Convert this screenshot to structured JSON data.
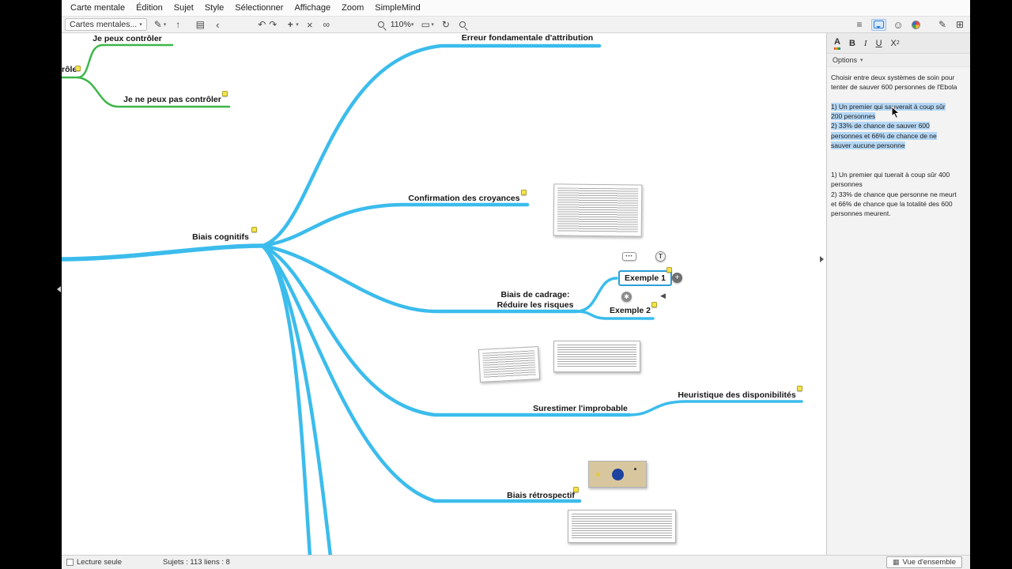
{
  "app": {
    "menubar": {
      "items": [
        "Carte mentale",
        "Édition",
        "Sujet",
        "Style",
        "Sélectionner",
        "Affichage",
        "Zoom",
        "SimpleMind"
      ]
    },
    "toolbar": {
      "maps_button": "Cartes mentales...",
      "zoom_level": "110%"
    },
    "statusbar": {
      "readonly_label": "Lecture seule",
      "counts": "Sujets : 113 liens : 8",
      "overview_button": "Vue d'ensemble"
    }
  },
  "icons": {
    "chevron_down": "▾",
    "pencil": "✎",
    "share_arrow": "↑",
    "document": "▤",
    "back": "‹",
    "undo": "↶",
    "redo": "↷",
    "plus": "+",
    "close": "×",
    "relation": "∞",
    "fit_box": "▭",
    "refresh": "↻",
    "outline": "≡",
    "smiley": "☺",
    "grid": "⊞",
    "overview": "▦"
  },
  "mindmap": {
    "colors": {
      "branch_cyan": "#3bbcec",
      "branch_green": "#3eb649",
      "note_yellow": "#f3e44c",
      "selection_blue": "#2a9fd8"
    },
    "nodes": [
      {
        "label": "rôle"
      },
      {
        "label": "Je peux contrôler"
      },
      {
        "label": "Je ne peux pas contrôler"
      },
      {
        "label": "Biais cognitifs"
      },
      {
        "label": "Erreur fondamentale d'attribution"
      },
      {
        "label": "Confirmation des croyances"
      },
      {
        "label": "Biais de cadrage:"
      },
      {
        "label": "Réduire les risques"
      },
      {
        "label": "Exemple 1",
        "selected": true
      },
      {
        "label": "Exemple 2"
      },
      {
        "label": "Surestimer l'improbable"
      },
      {
        "label": "Heuristique des disponibilités"
      },
      {
        "label": "Biais rétrospectif"
      }
    ],
    "node_tools": {
      "more": "•••",
      "text_tool": "T",
      "add_child": "+",
      "style_star": "✱",
      "collapse": "◀"
    }
  },
  "panel": {
    "format": {
      "color": "A",
      "bold": "B",
      "italic": "I",
      "underline": "U",
      "sup_base": "X",
      "sup_exp": "2"
    },
    "options_label": "Options",
    "note": {
      "lines": [
        {
          "text": "Choisir entre deux systèmes de soin pour"
        },
        {
          "text": "tenter de sauver 600 personnes de l'Ebola"
        },
        {
          "text": ""
        },
        {
          "text": "1) Un premier qui  sauverait à coup sûr",
          "hl": true
        },
        {
          "text": "200 personnes",
          "hl": true
        },
        {
          "text": "2) 33% de chance de sauver 600",
          "hl": true
        },
        {
          "text": "personnes et 66% de chance  de ne",
          "hl": true
        },
        {
          "text": "sauver aucune personne",
          "hl": true
        },
        {
          "text": ""
        },
        {
          "text": ""
        },
        {
          "text": "1) Un premier qui tuerait à coup sûr 400"
        },
        {
          "text": "personnes"
        },
        {
          "text": "2) 33% de chance que personne ne meurt"
        },
        {
          "text": "et 66% de chance que la totalité des 600"
        },
        {
          "text": "personnes meurent."
        }
      ]
    }
  }
}
